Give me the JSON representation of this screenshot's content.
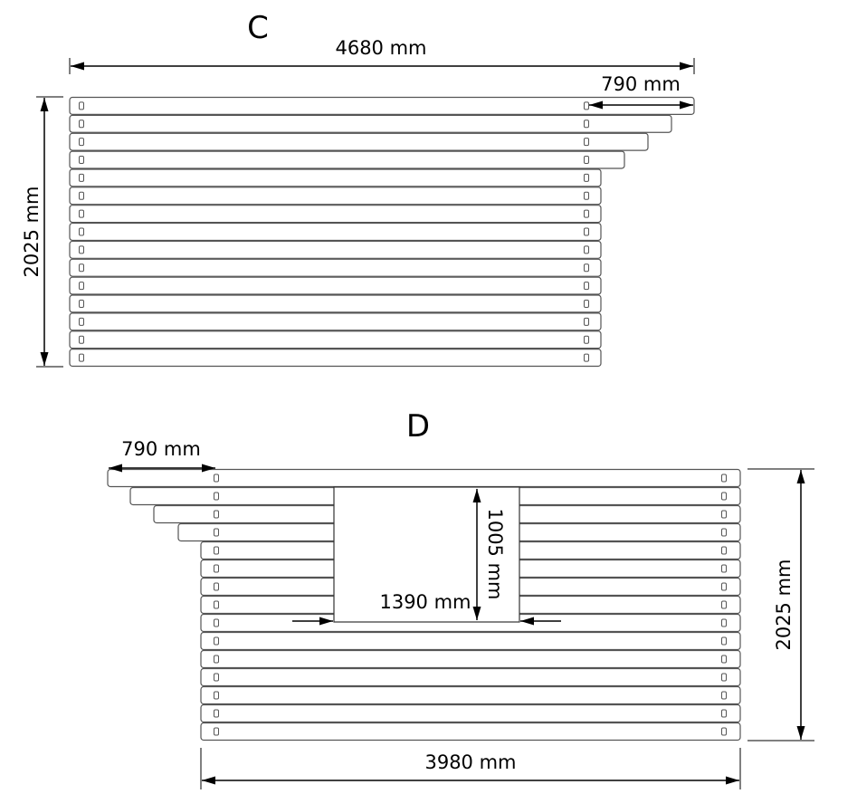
{
  "panel_c": {
    "label": "C",
    "width_dim": "4680 mm",
    "height_dim": "2025 mm",
    "overhang_dim": "790 mm",
    "log_count": 15,
    "stepped_logs": 4
  },
  "panel_d": {
    "label": "D",
    "width_dim": "3980 mm",
    "height_dim": "2025 mm",
    "overhang_dim": "790 mm",
    "window_height_dim": "1005 mm",
    "window_width_dim": "1390 mm",
    "log_count": 15,
    "stepped_logs": 4
  },
  "colors": {
    "line": "#555555",
    "dim": "#000000"
  }
}
